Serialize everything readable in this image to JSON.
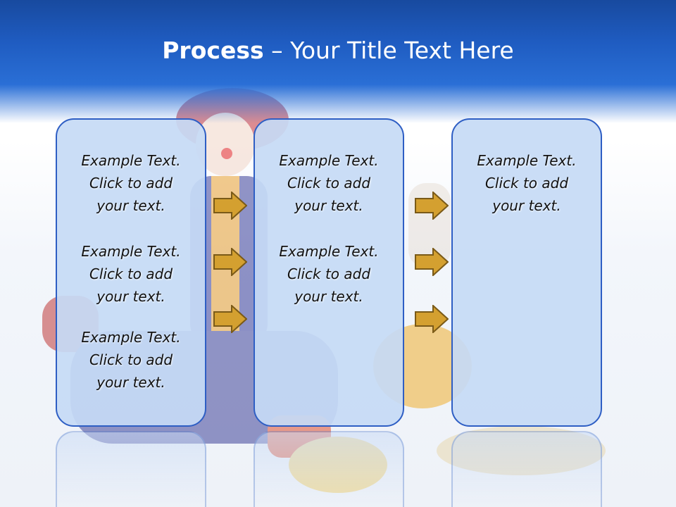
{
  "slide": {
    "title_bold": "Process",
    "title_rest": " – Your Title Text Here"
  },
  "columns": [
    {
      "items": [
        {
          "line1": "Example Text.",
          "line2": "Click  to add",
          "line3": "your text."
        },
        {
          "line1": "Example Text.",
          "line2": "Click  to add",
          "line3": "your text."
        },
        {
          "line1": "Example Text.",
          "line2": "Click  to add",
          "line3": "your text."
        }
      ]
    },
    {
      "items": [
        {
          "line1": "Example Text.",
          "line2": "Click  to add",
          "line3": "your text."
        },
        {
          "line1": "Example Text.",
          "line2": "Click  to add",
          "line3": "your text."
        }
      ]
    },
    {
      "items": [
        {
          "line1": "Example Text.",
          "line2": "Click  to add",
          "line3": "your text."
        }
      ]
    }
  ],
  "colors": {
    "header_blue": "#1f5cc1",
    "box_border": "#2e5ec4",
    "box_fill": "#c6daf5",
    "arrow_fill": "#d4a030",
    "arrow_stroke": "#7a5a18"
  },
  "icons": {
    "arrow": "right-arrow-icon"
  }
}
